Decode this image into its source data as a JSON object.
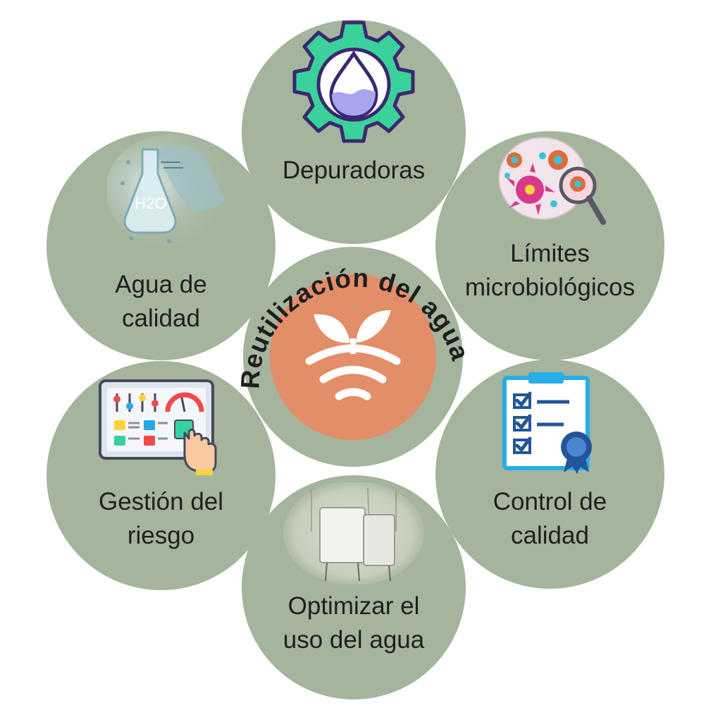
{
  "diagram": {
    "center_title": "Reutilización del agua",
    "colors": {
      "petal": "#a5b49d",
      "center": "#e28e68",
      "text": "#1f1f1f"
    },
    "petals": {
      "depuradoras": {
        "line1": "Depuradoras",
        "icon": "water-drop-gear-icon"
      },
      "limites": {
        "line1": "Límites",
        "line2": "microbiológicos",
        "icon": "microbes-magnifier-icon"
      },
      "control": {
        "line1": "Control de",
        "line2": "calidad",
        "icon": "checklist-clipboard-icon"
      },
      "optimizar": {
        "line1": "Optimizar el",
        "line2": "uso del agua",
        "icon": "field-sensor-photo"
      },
      "gestion": {
        "line1": "Gestión del",
        "line2": "riesgo",
        "icon": "control-panel-tablet-icon"
      },
      "agua": {
        "line1": "Agua de",
        "line2": "calidad",
        "icon": "h2o-flask-hand-icon"
      }
    },
    "center_icon": "sprout-water-waves-icon",
    "flask_text": "H2O"
  }
}
